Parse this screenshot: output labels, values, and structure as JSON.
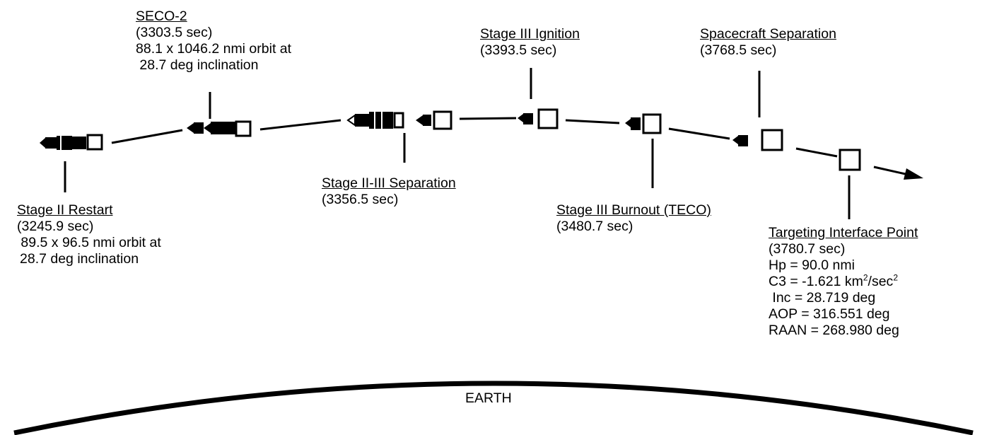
{
  "events": [
    {
      "id": "stage-ii-restart",
      "title": "Stage II Restart",
      "time": "(3245.9 sec)",
      "lines": [
        " 89.5 x 96.5 nmi orbit at",
        "28.7 deg inclination"
      ]
    },
    {
      "id": "seco-2",
      "title": "SECO-2",
      "time": "(3303.5 sec)",
      "lines": [
        "88.1 x 1046.2 nmi orbit at",
        " 28.7 deg inclination"
      ]
    },
    {
      "id": "stage-ii-iii-separation",
      "title": "Stage II-III Separation",
      "time": "(3356.5 sec)",
      "lines": []
    },
    {
      "id": "stage-iii-ignition",
      "title": "Stage III Ignition",
      "time": "(3393.5 sec)",
      "lines": []
    },
    {
      "id": "stage-iii-burnout",
      "title": "Stage III Burnout (TECO)",
      "time": "(3480.7 sec)",
      "lines": []
    },
    {
      "id": "spacecraft-separation",
      "title": "Spacecraft Separation",
      "time": "(3768.5 sec)",
      "lines": []
    },
    {
      "id": "targeting-interface-point",
      "title": "Targeting Interface Point",
      "time": "(3780.7 sec)",
      "lines": [
        "Hp = 90.0 nmi",
        " Inc = 28.719 deg",
        "AOP = 316.551 deg",
        "RAAN = 268.980 deg"
      ],
      "c3": {
        "prefix": "C3 = -1.621 km",
        "sup1": "2",
        "mid": "/sec",
        "sup2": "2"
      }
    }
  ],
  "earth_label": "EARTH",
  "colors": {
    "ink": "#000000",
    "background": "#ffffff"
  },
  "icons": [
    "rocket-full-stack-icon",
    "rocket-stage-iii-icon",
    "spacecraft-icon",
    "separated-stage-icon",
    "trajectory-arrow-icon"
  ]
}
